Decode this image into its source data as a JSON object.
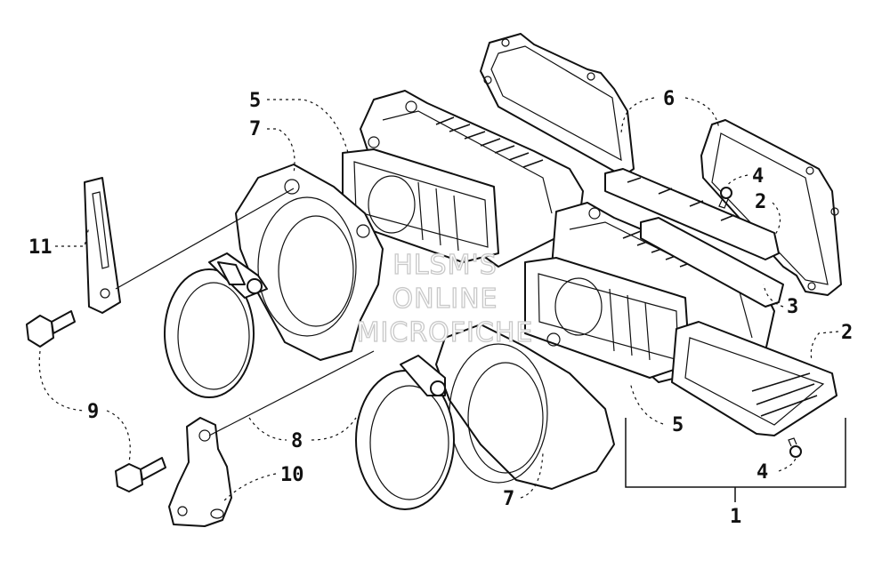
{
  "callouts": {
    "c1": "1",
    "c2a": "2",
    "c2b": "2",
    "c3": "3",
    "c4a": "4",
    "c4b": "4",
    "c5a": "5",
    "c5b": "5",
    "c6": "6",
    "c7a": "7",
    "c7b": "7",
    "c8": "8",
    "c9": "9",
    "c10": "10",
    "c11": "11"
  },
  "watermark": {
    "line1": "HLSM'S",
    "line2": "ONLINE",
    "line3": "MICROFICHE"
  },
  "colors": {
    "line": "#111111",
    "watermark_outline": "#c8c8c8",
    "background": "#ffffff"
  }
}
